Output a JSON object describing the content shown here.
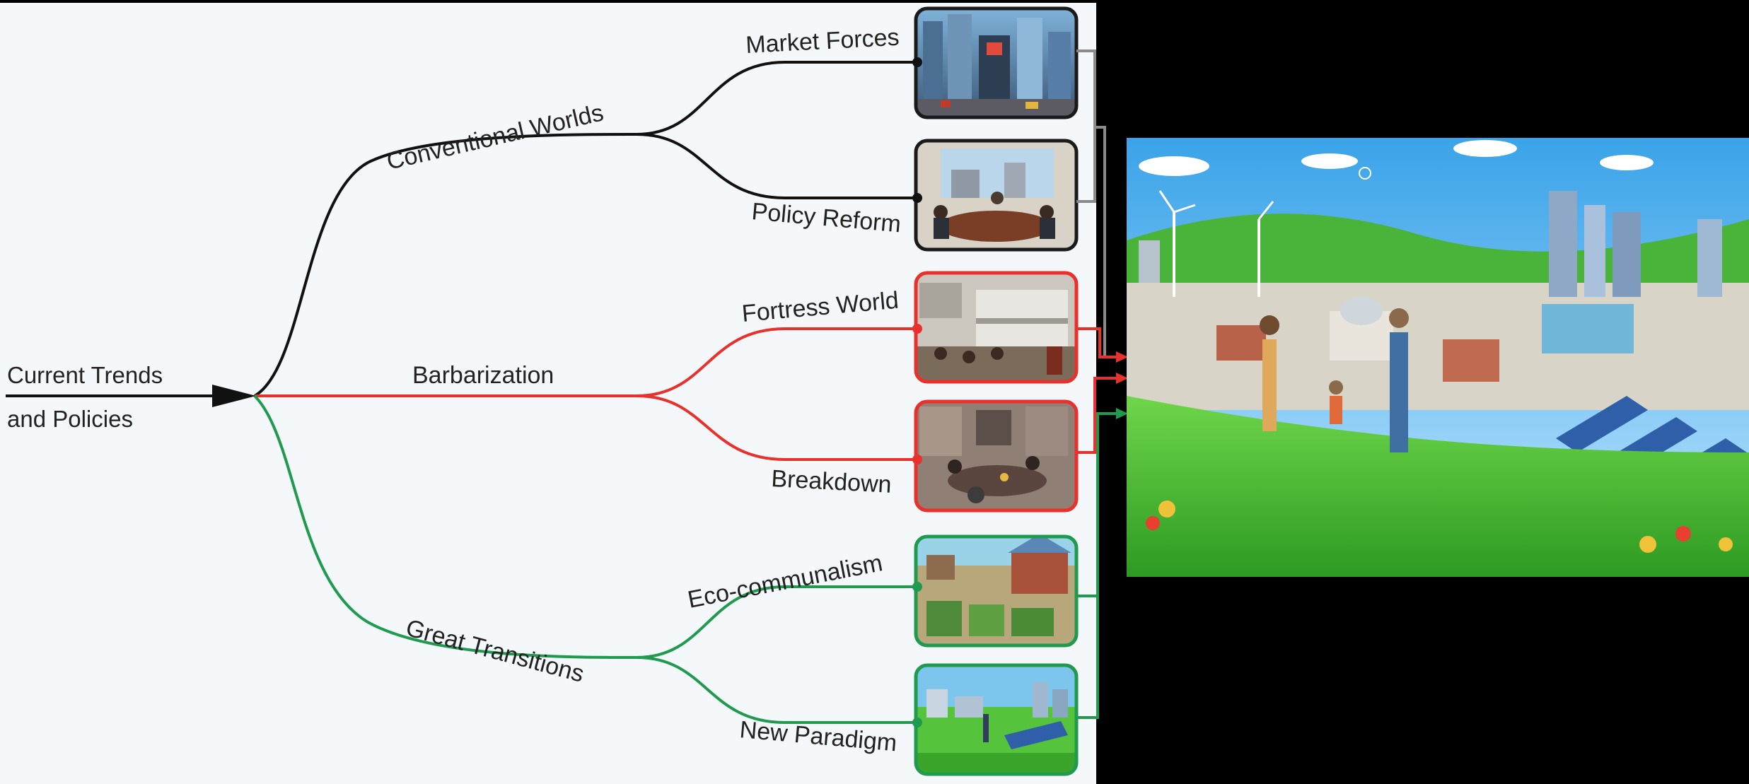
{
  "diagram": {
    "root": {
      "line1": "Current Trends",
      "line2": "and Policies"
    },
    "branches": [
      {
        "id": "conventional",
        "label": "Conventional Worlds",
        "color": "#111111",
        "leaves": [
          {
            "id": "market",
            "label": "Market Forces",
            "image": "city-street-skyscrapers-image"
          },
          {
            "id": "policy",
            "label": "Policy Reform",
            "image": "meeting-room-image"
          }
        ]
      },
      {
        "id": "barbarization",
        "label": "Barbarization",
        "color": "#e8302c",
        "leaves": [
          {
            "id": "fortress",
            "label": "Fortress World",
            "image": "walled-enclave-image"
          },
          {
            "id": "breakdown",
            "label": "Breakdown",
            "image": "ruined-street-image"
          }
        ]
      },
      {
        "id": "great",
        "label": "Great Transitions",
        "color": "#1f9a4e",
        "leaves": [
          {
            "id": "eco",
            "label": "Eco-communalism",
            "image": "village-gardens-image"
          },
          {
            "id": "paradigm",
            "label": "New Paradigm",
            "image": "green-city-image"
          }
        ]
      }
    ],
    "bracket_colors": {
      "conventional": "#8a8a8a",
      "barbarization": "#e8302c",
      "great": "#1f9a4e"
    },
    "large_illustration": "sustainable-future-city-illustration"
  },
  "colors": {
    "panel_bg": "#f5f8fa",
    "sky": "#5fb8ee",
    "grass": "#3fbd2f"
  }
}
